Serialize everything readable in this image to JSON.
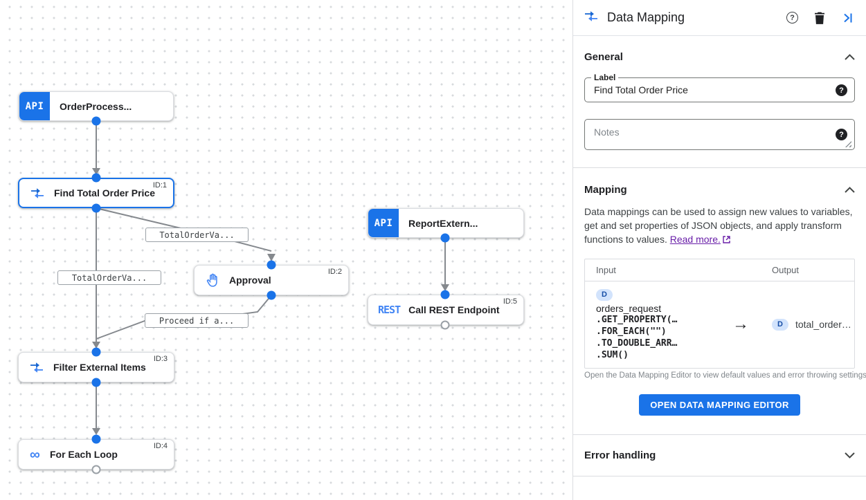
{
  "panel": {
    "title": "Data Mapping",
    "general": {
      "heading": "General",
      "label_field": {
        "label": "Label",
        "value": "Find Total Order Price",
        "help_glyph": "?"
      },
      "notes_field": {
        "placeholder": "Notes",
        "help_glyph": "?"
      }
    },
    "mapping": {
      "heading": "Mapping",
      "description": "Data mappings can be used to assign new values to variables, get and set properties of JSON objects, and apply transform functions to values. ",
      "read_more": "Read more.",
      "table": {
        "input_header": "Input",
        "output_header": "Output",
        "input_badge": "D",
        "input_variable": "orders_request",
        "input_functions": [
          ".GET_PROPERTY(…",
          ".FOR_EACH(\"\")",
          ".TO_DOUBLE_ARR…",
          ".SUM()"
        ],
        "arrow": "→",
        "output_badge": "D",
        "output_variable": "total_order…"
      },
      "caption": "Open the Data Mapping Editor to view default values and error throwing settings.",
      "button": "OPEN DATA MAPPING EDITOR"
    },
    "error_handling": {
      "heading": "Error handling"
    },
    "header_help_glyph": "?"
  },
  "canvas": {
    "nodes": [
      {
        "label": "OrderProcess...",
        "badge": "API"
      },
      {
        "label": "Find Total Order Price",
        "id_label": "ID:1"
      },
      {
        "label": "ReportExtern...",
        "badge": "API"
      },
      {
        "label": "Approval",
        "id_label": "ID:2"
      },
      {
        "label": "Call REST Endpoint",
        "id_label": "ID:5",
        "badge": "REST"
      },
      {
        "label": "Filter External Items",
        "id_label": "ID:3"
      },
      {
        "label": "For Each Loop",
        "id_label": "ID:4",
        "loop_glyph": "∞"
      }
    ],
    "edge_labels": [
      "TotalOrderVa...",
      "TotalOrderVa...",
      "Proceed if a..."
    ]
  },
  "colors": {
    "accent": "#1a73e8",
    "icon_blue": "#4285f4",
    "edge_gray": "#85898e",
    "link_purple": "#681da8"
  }
}
